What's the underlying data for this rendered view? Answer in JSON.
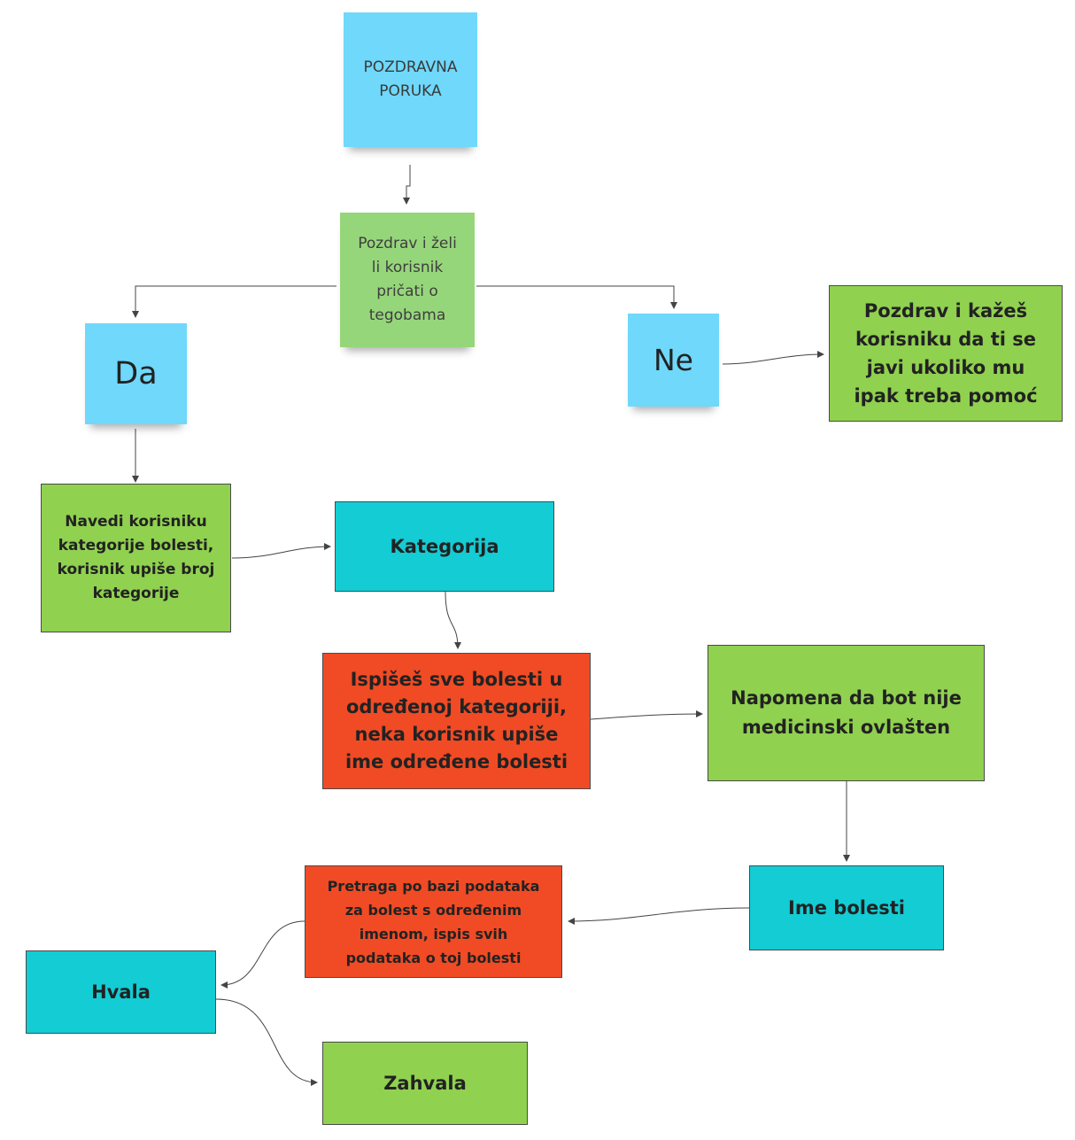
{
  "diagram": {
    "nodes": {
      "welcome": {
        "label": "POZDRAVNA\nPORUKA",
        "color": "#6fd8fb"
      },
      "question": {
        "label": "Pozdrav i želi\nli korisnik\npričati o\ntegobama",
        "color": "#96d67a"
      },
      "yes": {
        "label": "Da",
        "color": "#6fd8fb"
      },
      "no": {
        "label": "Ne",
        "color": "#6fd8fb"
      },
      "goodbye_help": {
        "label": "Pozdrav i kažeš\nkorisniku da ti se\njavi ukoliko mu\nipak treba pomoć",
        "color": "#90d150"
      },
      "list_categories": {
        "label": "Navedi korisniku\nkategorije bolesti,\nkorisnik upiše broj\nkategorije",
        "color": "#90d150"
      },
      "category": {
        "label": "Kategorija",
        "color": "#13ccd4"
      },
      "list_diseases": {
        "label": "Ispišeš sve bolesti u\nodređenoj kategoriji,\nneka korisnik upiše\nime određene bolesti",
        "color": "#f04b25"
      },
      "disclaimer": {
        "label": "Napomena da bot nije\nmedicinski ovlašten",
        "color": "#90d150"
      },
      "disease_name": {
        "label": "Ime bolesti",
        "color": "#13ccd4"
      },
      "db_search": {
        "label": "Pretraga po bazi podataka\nza bolest s određenim\nimenom, ispis svih\npodataka o toj bolesti",
        "color": "#f04b25"
      },
      "thanks": {
        "label": "Hvala",
        "color": "#13ccd4"
      },
      "gratitude": {
        "label": "Zahvala",
        "color": "#90d150"
      }
    },
    "edges": [
      {
        "from": "welcome",
        "to": "question"
      },
      {
        "from": "question",
        "to": "yes"
      },
      {
        "from": "question",
        "to": "no"
      },
      {
        "from": "no",
        "to": "goodbye_help"
      },
      {
        "from": "yes",
        "to": "list_categories"
      },
      {
        "from": "list_categories",
        "to": "category"
      },
      {
        "from": "category",
        "to": "list_diseases"
      },
      {
        "from": "list_diseases",
        "to": "disclaimer"
      },
      {
        "from": "disclaimer",
        "to": "disease_name"
      },
      {
        "from": "disease_name",
        "to": "db_search"
      },
      {
        "from": "db_search",
        "to": "thanks"
      },
      {
        "from": "thanks",
        "to": "gratitude"
      }
    ],
    "connector_color": "#444444"
  }
}
